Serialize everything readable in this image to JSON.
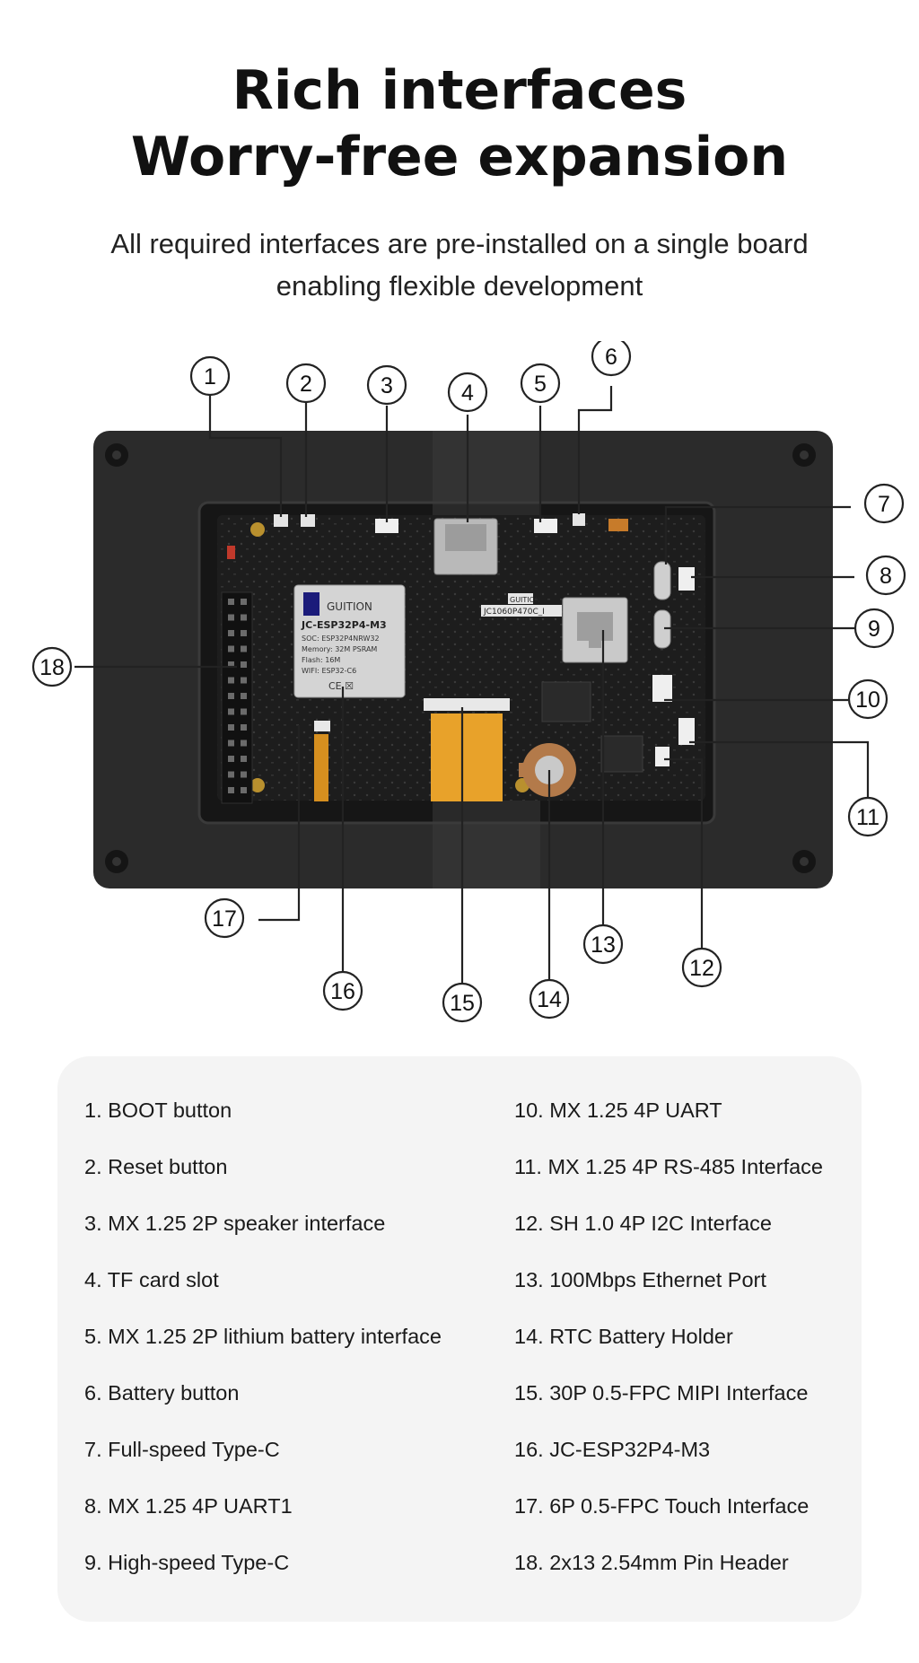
{
  "header": {
    "title_line1": "Rich interfaces",
    "title_line2": "Worry-free expansion",
    "subtitle_line1": "All required interfaces are pre-installed on a single board",
    "subtitle_line2": "enabling flexible development"
  },
  "board": {
    "module_brand": "GUITION",
    "module_name": "JC-ESP32P4-M3",
    "module_soc": "SOC:  ESP32P4NRW32",
    "module_memory": "Memory:  32M PSRAM",
    "module_flash": "Flash:  16M",
    "module_wifi": "WIFI:  ESP32-C6",
    "module_marks": "CE  ☒",
    "board_label": "JC1060P470C_I",
    "board_brand": "GUITION"
  },
  "callouts": [
    "1",
    "2",
    "3",
    "4",
    "5",
    "6",
    "7",
    "8",
    "9",
    "10",
    "11",
    "12",
    "13",
    "14",
    "15",
    "16",
    "17",
    "18"
  ],
  "legend": {
    "left": [
      "1. BOOT button",
      "2. Reset button",
      "3. MX 1.25 2P speaker interface",
      "4. TF card slot",
      "5. MX 1.25 2P lithium battery interface",
      "6. Battery button",
      "7. Full-speed Type-C",
      "8. MX 1.25 4P UART1",
      "9. High-speed Type-C"
    ],
    "right": [
      "10. MX 1.25 4P UART",
      "11. MX 1.25 4P RS-485 Interface",
      "12. SH 1.0 4P I2C Interface",
      "13. 100Mbps Ethernet Port",
      "14. RTC Battery Holder",
      "15. 30P 0.5-FPC MIPI Interface",
      "16. JC-ESP32P4-M3",
      "17. 6P 0.5-FPC Touch Interface",
      "18. 2x13 2.54mm Pin Header"
    ]
  },
  "colors": {
    "frame": "#2b2b2b",
    "pcb": "#1c1c1c",
    "module": "#d8d8d8",
    "fpc": "#e8a22a",
    "panel": "#f4f4f4"
  }
}
